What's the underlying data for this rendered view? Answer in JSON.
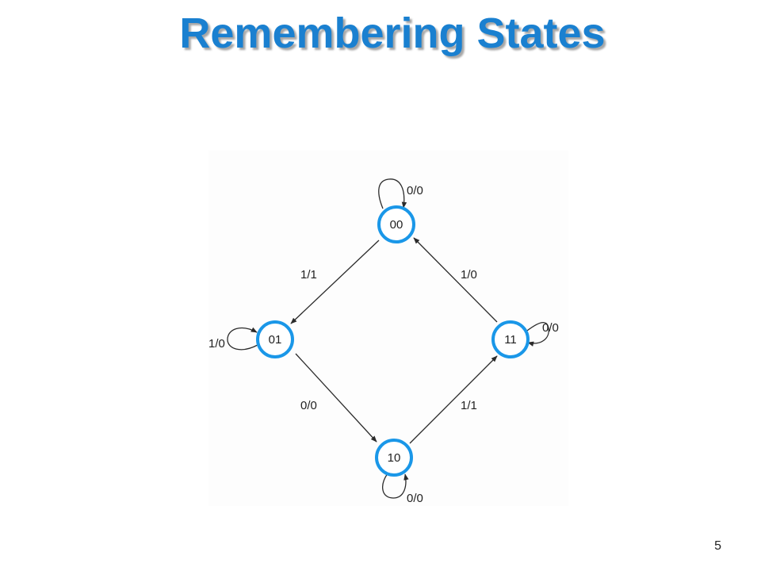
{
  "title": "Remembering States",
  "page_number": "5",
  "diagram": {
    "states": [
      {
        "id": "s00",
        "label": "00"
      },
      {
        "id": "s01",
        "label": "01"
      },
      {
        "id": "s10",
        "label": "10"
      },
      {
        "id": "s11",
        "label": "11"
      }
    ],
    "transitions": [
      {
        "from": "00",
        "to": "00",
        "label": "0/0"
      },
      {
        "from": "00",
        "to": "01",
        "label": "1/1"
      },
      {
        "from": "11",
        "to": "00",
        "label": "1/0"
      },
      {
        "from": "01",
        "to": "01",
        "label": "1/0"
      },
      {
        "from": "11",
        "to": "11",
        "label": "0/0"
      },
      {
        "from": "01",
        "to": "10",
        "label": "0/0"
      },
      {
        "from": "10",
        "to": "11",
        "label": "1/1"
      },
      {
        "from": "10",
        "to": "10",
        "label": "0/0"
      }
    ]
  },
  "colors": {
    "title": "#1a80d0",
    "state_stroke": "#1a97e8"
  }
}
